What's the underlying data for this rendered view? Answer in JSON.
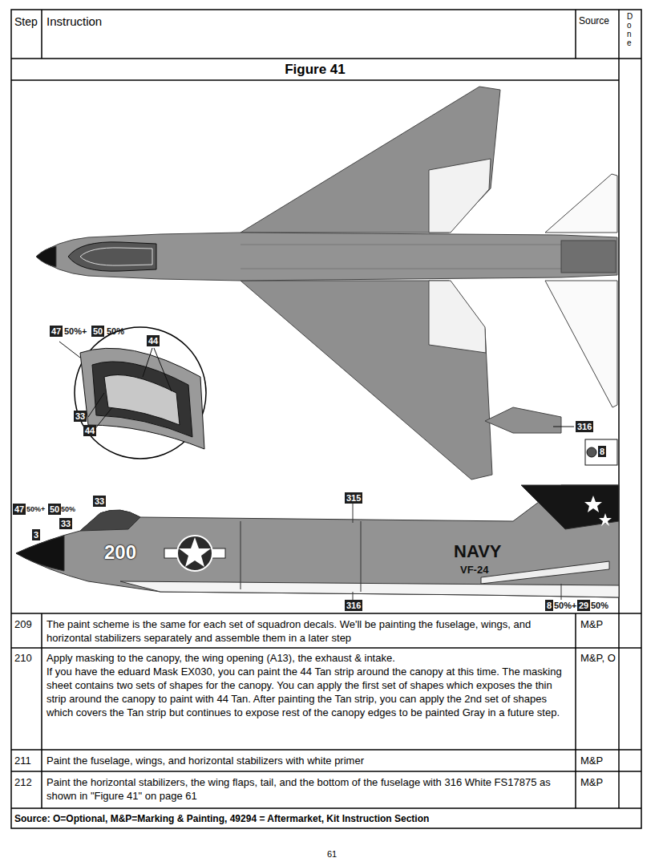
{
  "diagram": {
    "title": "Figure 41",
    "labels": [
      "Step",
      "Instruction",
      "Source",
      "Done",
      "47",
      "50%+",
      "50",
      "50%",
      "44",
      "33",
      "44",
      "316",
      "8",
      "47",
      "50%+",
      "50",
      "50%",
      "33",
      "33",
      "3",
      "315",
      "200",
      "NAVY",
      "VF-24",
      "316",
      "8",
      "50%+",
      "29",
      "50%",
      "209",
      "The paint scheme is the same for each set of squadron decals. We'll be painting the fuselage, wings, and horizontal stabilizers separately and assemble them in a later step",
      "M&P",
      "210",
      "Apply masking to the canopy, the wing opening (A13), the exhaust & intake.",
      "If you have the eduard Mask EX030, you can paint the 44 Tan strip around the canopy at this time. The masking sheet contains two sets of shapes for the canopy. You can apply the first set of shapes which exposes the thin strip around the canopy to paint with 44 Tan. After painting the Tan strip, you can apply the 2nd set of shapes which covers the Tan strip but continues to expose rest of the canopy edges to be painted Gray in a future step.",
      "M&P, O",
      "211",
      "Paint the fuselage, wings, and horizontal stabilizers with white primer",
      "M&P",
      "212",
      "Paint the horizontal stabilizers, the wing flaps, tail, and the bottom of the fuselage with 316 White FS17875 as shown in \"Figure 41\" on page 61",
      "M&P",
      "Source: O=Optional, M&P=Marking & Painting, 49294 = Aftermarket, Kit Instruction Section",
      "61"
    ]
  }
}
